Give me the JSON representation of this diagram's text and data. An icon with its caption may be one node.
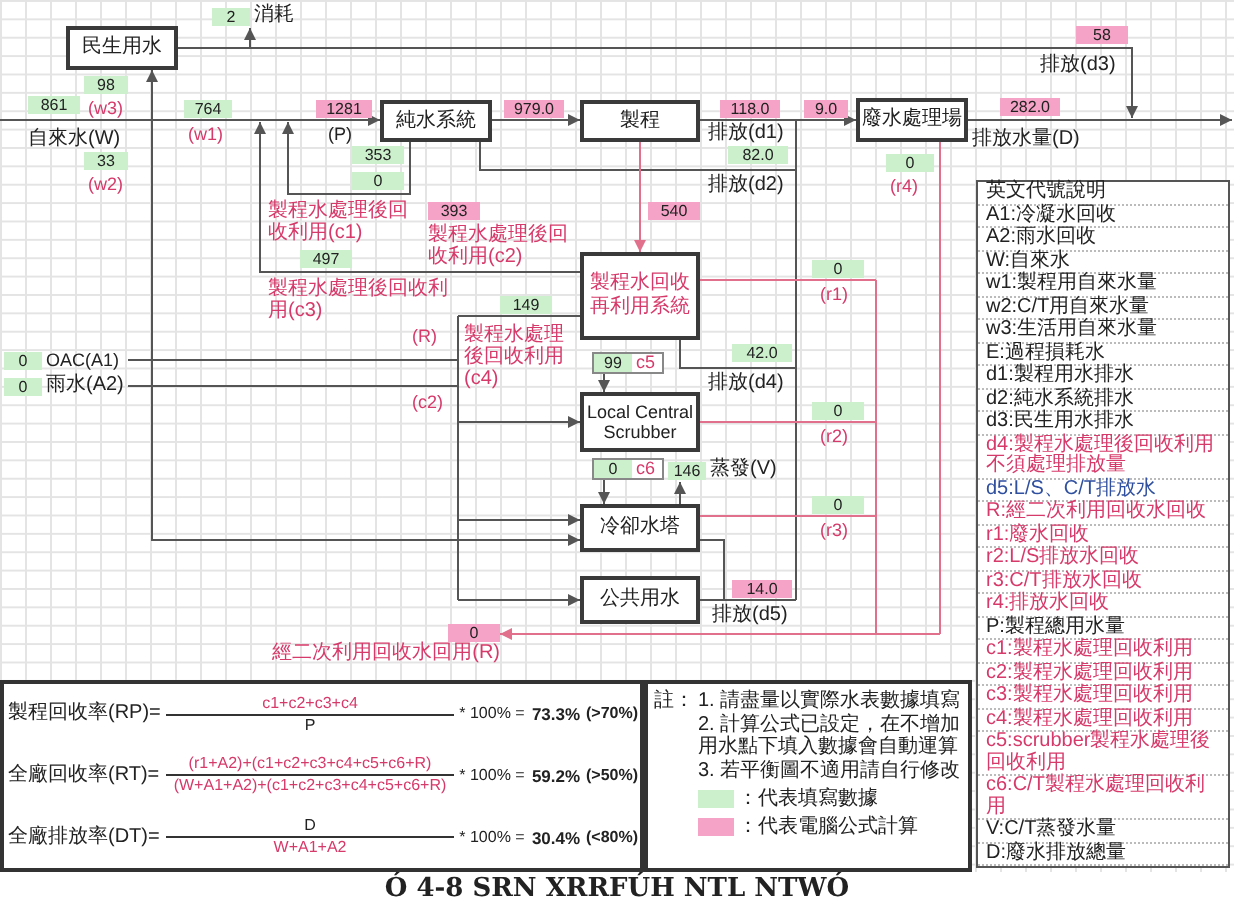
{
  "diagram": {
    "caption": "Ó 4-8 SRN XRRFÚH NTL NTWÓ",
    "nodes": [
      {
        "text": [
          "民生用水"
        ]
      },
      {
        "text": [
          "純水系統"
        ]
      },
      {
        "text": [
          "製程"
        ]
      },
      {
        "text": [
          "製程水回收再利用系統"
        ]
      },
      {
        "text": [
          "Local Central Scrubber"
        ]
      },
      {
        "text": [
          "冷卻水塔"
        ]
      },
      {
        "text": [
          "公共用水"
        ]
      },
      {
        "text": [
          "廢水處理場"
        ]
      },
      {
        "text": [
          "英文代號說明",
          "A1:冷凝水回收",
          "A2:雨水回收",
          "W:自來水",
          "w1:製程用自來水量",
          "w2:C/T用自來水量",
          "w3:生活用自來水量",
          "E:過程損耗水",
          "d1:製程用水排水",
          "d2:純水系統排水",
          "d3:民生用水排水",
          "d4:製程水處理後回收利用不須處理排放量",
          "d5:L/S、C/T排放水",
          "R:經二次利用回收水回收",
          "r1:廢水回收",
          "r2:L/S排放水回收",
          "r3:C/T排放水回收",
          "r4:排放水回收",
          "P:製程總用水量",
          "c1:製程水處理回收利用",
          "c2:製程水處理回收利用",
          "c3:製程水處理回收利用",
          "c4:製程水處理回收利用",
          "c5:scrubber製程水處理後回收利用",
          "c6:C/T製程水處理回收利用",
          "V:C/T蒸發水量",
          "D:廢水排放總量"
        ]
      },
      {
        "text": [
          "製程回收率(RP)=",
          "c1+c2+c3+c4",
          "P",
          "* 100% =",
          "73.3%",
          "(>70%)",
          "全廠回收率(RT)=",
          "(r1+A2)+(c1+c2+c3+c4+c5+c6+R)",
          "(W+A1+A2)+(c1+c2+c3+c4+c5+c6+R)",
          "* 100% =",
          "59.2%",
          "(>50%)",
          "全廠排放率(DT)=",
          "D",
          "W+A1+A2",
          "* 100% =",
          "30.4%",
          "(<80%)"
        ]
      },
      {
        "text": [
          "註：",
          "1. 請盡量以實際水表數據填寫",
          "2. 計算公式已設定，在不增加用水點下填入數據會自動運算",
          "3. 若平衡圖不適用請自行修改"
        ]
      },
      {
        "text": [
          "99",
          "c5"
        ]
      },
      {
        "text": [
          "0",
          "c6"
        ]
      },
      {
        "text": [
          "146",
          "蒸發(V)"
        ]
      },
      {
        "text": [
          "2",
          "消耗"
        ]
      },
      {
        "text": [
          "0",
          "經二次利用回收水回用(R)"
        ]
      },
      {
        "text": [
          "0",
          "OAC(A1)"
        ]
      },
      {
        "text": [
          "0",
          "雨水(A2)"
        ]
      }
    ],
    "edges": [
      {
        "from": null,
        "to": 1,
        "arrow": "to"
      },
      {
        "from": null,
        "to": 0,
        "arrow": "to"
      },
      {
        "from": 0,
        "to": null,
        "arrow": "to"
      },
      {
        "from": 0,
        "to": 14,
        "arrow": "to"
      },
      {
        "from": null,
        "to": 5,
        "arrow": "to"
      },
      {
        "from": 1,
        "to": 2,
        "arrow": "to"
      },
      {
        "from": 2,
        "to": 7,
        "arrow": "to"
      },
      {
        "from": 7,
        "to": null,
        "arrow": "to"
      },
      {
        "from": 1,
        "to": 7,
        "arrow": "to"
      },
      {
        "from": 2,
        "to": 3,
        "arrow": "to",
        "color": "#e0708c"
      },
      {
        "from": 1,
        "to": null,
        "arrow": "to"
      },
      {
        "from": 3,
        "to": null,
        "arrow": "to"
      },
      {
        "from": 3,
        "to": 4,
        "arrow": "to"
      },
      {
        "from": 3,
        "to": 5,
        "arrow": "to"
      },
      {
        "from": 3,
        "to": 6,
        "arrow": "to"
      },
      {
        "from": 3,
        "to": 7,
        "arrow": "to"
      },
      {
        "from": 16,
        "to": 5,
        "arrow": "to"
      },
      {
        "from": 17,
        "to": 5,
        "arrow": "to"
      },
      {
        "from": 11,
        "to": 4,
        "arrow": "to"
      },
      {
        "from": 12,
        "to": 5,
        "arrow": "to"
      },
      {
        "from": 5,
        "to": 13,
        "arrow": "to"
      },
      {
        "from": 3,
        "to": 15,
        "arrow": "to",
        "color": "#e0708c"
      },
      {
        "from": 4,
        "to": 15,
        "arrow": "to",
        "color": "#e0708c"
      },
      {
        "from": 5,
        "to": 15,
        "arrow": "to",
        "color": "#e0708c"
      },
      {
        "from": 7,
        "to": 15,
        "arrow": "to",
        "color": "#e0708c"
      },
      {
        "from": 5,
        "to": 7,
        "arrow": "to"
      },
      {
        "from": 6,
        "to": 7,
        "arrow": "to"
      }
    ],
    "labels": [
      "58",
      "排放(d3)",
      "98",
      "861",
      "(w3)",
      "764",
      "1281",
      "979.0",
      "118.0",
      "9.0",
      "282.0",
      "自來水(W)",
      "(w1)",
      "(P)",
      "排放(d1)",
      "排放水量(D)",
      "33",
      "353",
      "82.0",
      "0",
      "(w2)",
      "0",
      "排放(d2)",
      "(r4)",
      "製程水處理後回收利用(c1)",
      "393",
      "540",
      "製程水處理後回收利用(c2)",
      "497",
      "0",
      "製程水處理後回收利用(c3)",
      "(r1)",
      "149",
      "(R)",
      "製程水處理後回收利用(c4)",
      "42.0",
      "排放(d4)",
      "(c2)",
      "0",
      "(r2)",
      "0",
      "(r3)",
      "14.0",
      "排放(d5)"
    ],
    "legend": [
      {
        "text": "：代表填寫數據",
        "color": "#ccf0cc"
      },
      {
        "text": "：代表電腦公式計算",
        "color": "#f5a3c6"
      }
    ]
  }
}
